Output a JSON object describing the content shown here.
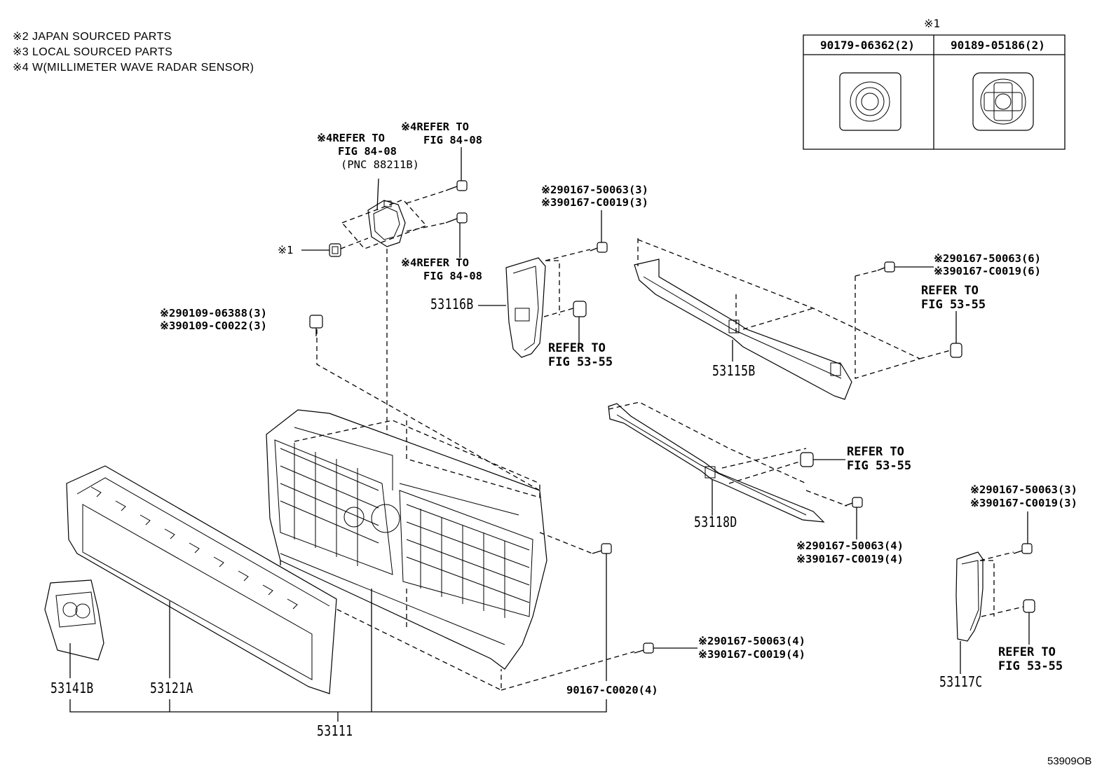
{
  "notes": [
    "※2 JAPAN SOURCED PARTS",
    "※3 LOCAL SOURCED PARTS",
    "※4 W(MILLIMETER WAVE RADAR SENSOR)"
  ],
  "inset": {
    "marker": "※1",
    "col1": "90179-06362(2)",
    "col2": "90189-05186(2)"
  },
  "labels": {
    "ref_a_1": "※4REFER TO",
    "ref_a_2": "FIG 84-08",
    "ref_a_3": "(PNC 88211B)",
    "ref_b_1": "※4REFER TO",
    "ref_b_2": "FIG 84-08",
    "ref_c_1": "※4REFER TO",
    "ref_c_2": "FIG 84-08",
    "clip1": "※1",
    "bolt_a_1": "※290109-06388(3)",
    "bolt_a_2": "※390109-C0022(3)",
    "screw_b_1": "※290167-50063(3)",
    "screw_b_2": "※390167-C0019(3)",
    "screw_c_1": "※290167-50063(6)",
    "screw_c_2": "※390167-C0019(6)",
    "ref_d_1": "REFER TO",
    "ref_d_2": "FIG 53-55",
    "ref_e_1": "REFER TO",
    "ref_e_2": "FIG 53-55",
    "ref_f_1": "REFER TO",
    "ref_f_2": "FIG 53-55",
    "ref_g_1": "REFER TO",
    "ref_g_2": "FIG 53-55",
    "screw_d_1": "※290167-50063(4)",
    "screw_d_2": "※390167-C0019(4)",
    "screw_e_1": "※290167-50063(3)",
    "screw_e_2": "※390167-C0019(3)",
    "screw_f_1": "※290167-50063(4)",
    "screw_f_2": "※390167-C0019(4)",
    "screw_g": "90167-C0020(4)"
  },
  "parts": {
    "p53116B": "53116B",
    "p53115B": "53115B",
    "p53118D": "53118D",
    "p53117C": "53117C",
    "p53141B": "53141B",
    "p53121A": "53121A",
    "p53111": "53111"
  },
  "figure_id": "53909OB"
}
